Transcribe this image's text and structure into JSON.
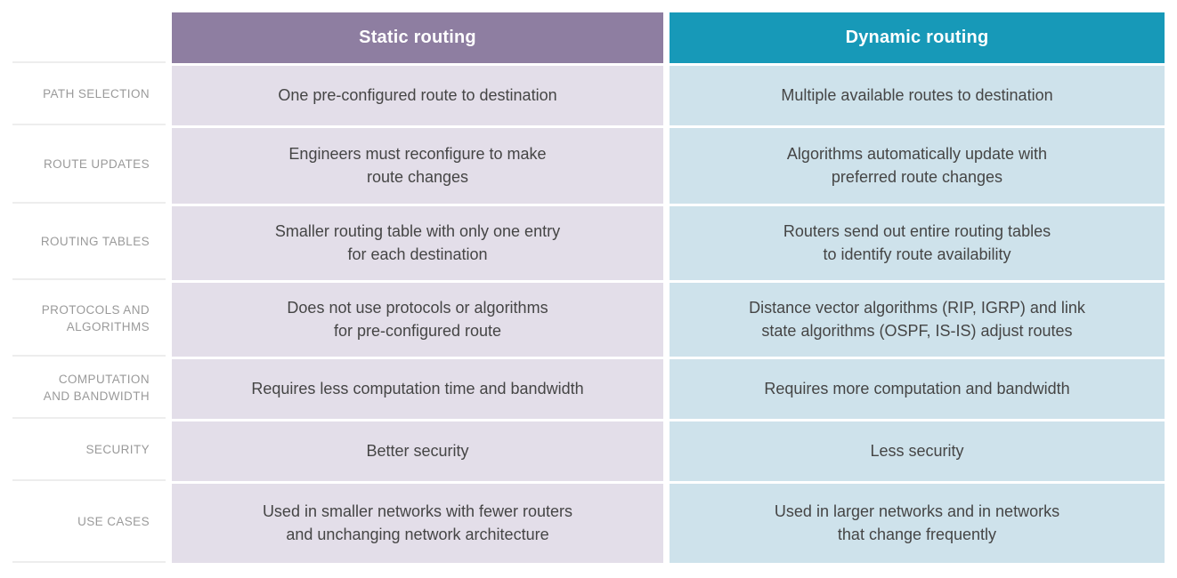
{
  "chart_data": {
    "type": "table",
    "title": "",
    "columns": [
      {
        "key": "static",
        "label": "Static routing"
      },
      {
        "key": "dynamic",
        "label": "Dynamic routing"
      }
    ],
    "rows": [
      {
        "label": "PATH SELECTION",
        "static": "One pre-configured route to destination",
        "dynamic": "Multiple available routes to destination"
      },
      {
        "label": "ROUTE UPDATES",
        "static": "Engineers must reconfigure to make\nroute changes",
        "dynamic": "Algorithms automatically update with\npreferred route changes"
      },
      {
        "label": "ROUTING TABLES",
        "static": "Smaller routing table with only one entry\nfor each destination",
        "dynamic": "Routers send out entire routing tables\nto identify route availability"
      },
      {
        "label": "PROTOCOLS AND\nALGORITHMS",
        "static": "Does not use protocols or algorithms\nfor pre-configured route",
        "dynamic": "Distance vector algorithms (RIP, IGRP) and link\nstate algorithms (OSPF, IS-IS) adjust routes"
      },
      {
        "label": "COMPUTATION\nAND BANDWIDTH",
        "static": "Requires less computation time and bandwidth",
        "dynamic": "Requires more computation and bandwidth"
      },
      {
        "label": "SECURITY",
        "static": "Better security",
        "dynamic": "Less security"
      },
      {
        "label": "USE CASES",
        "static": "Used in smaller networks with fewer routers\nand unchanging network architecture",
        "dynamic": "Used in larger networks and in networks\nthat change frequently"
      }
    ],
    "colors": {
      "static_header_bg": "#8E7EA1",
      "dynamic_header_bg": "#1799B8",
      "static_cell_bg": "#E3DEE9",
      "dynamic_cell_bg": "#CEE2EB",
      "row_label_text": "#9A9A9A",
      "cell_text": "#454545",
      "background": "#FFFFFF"
    }
  }
}
